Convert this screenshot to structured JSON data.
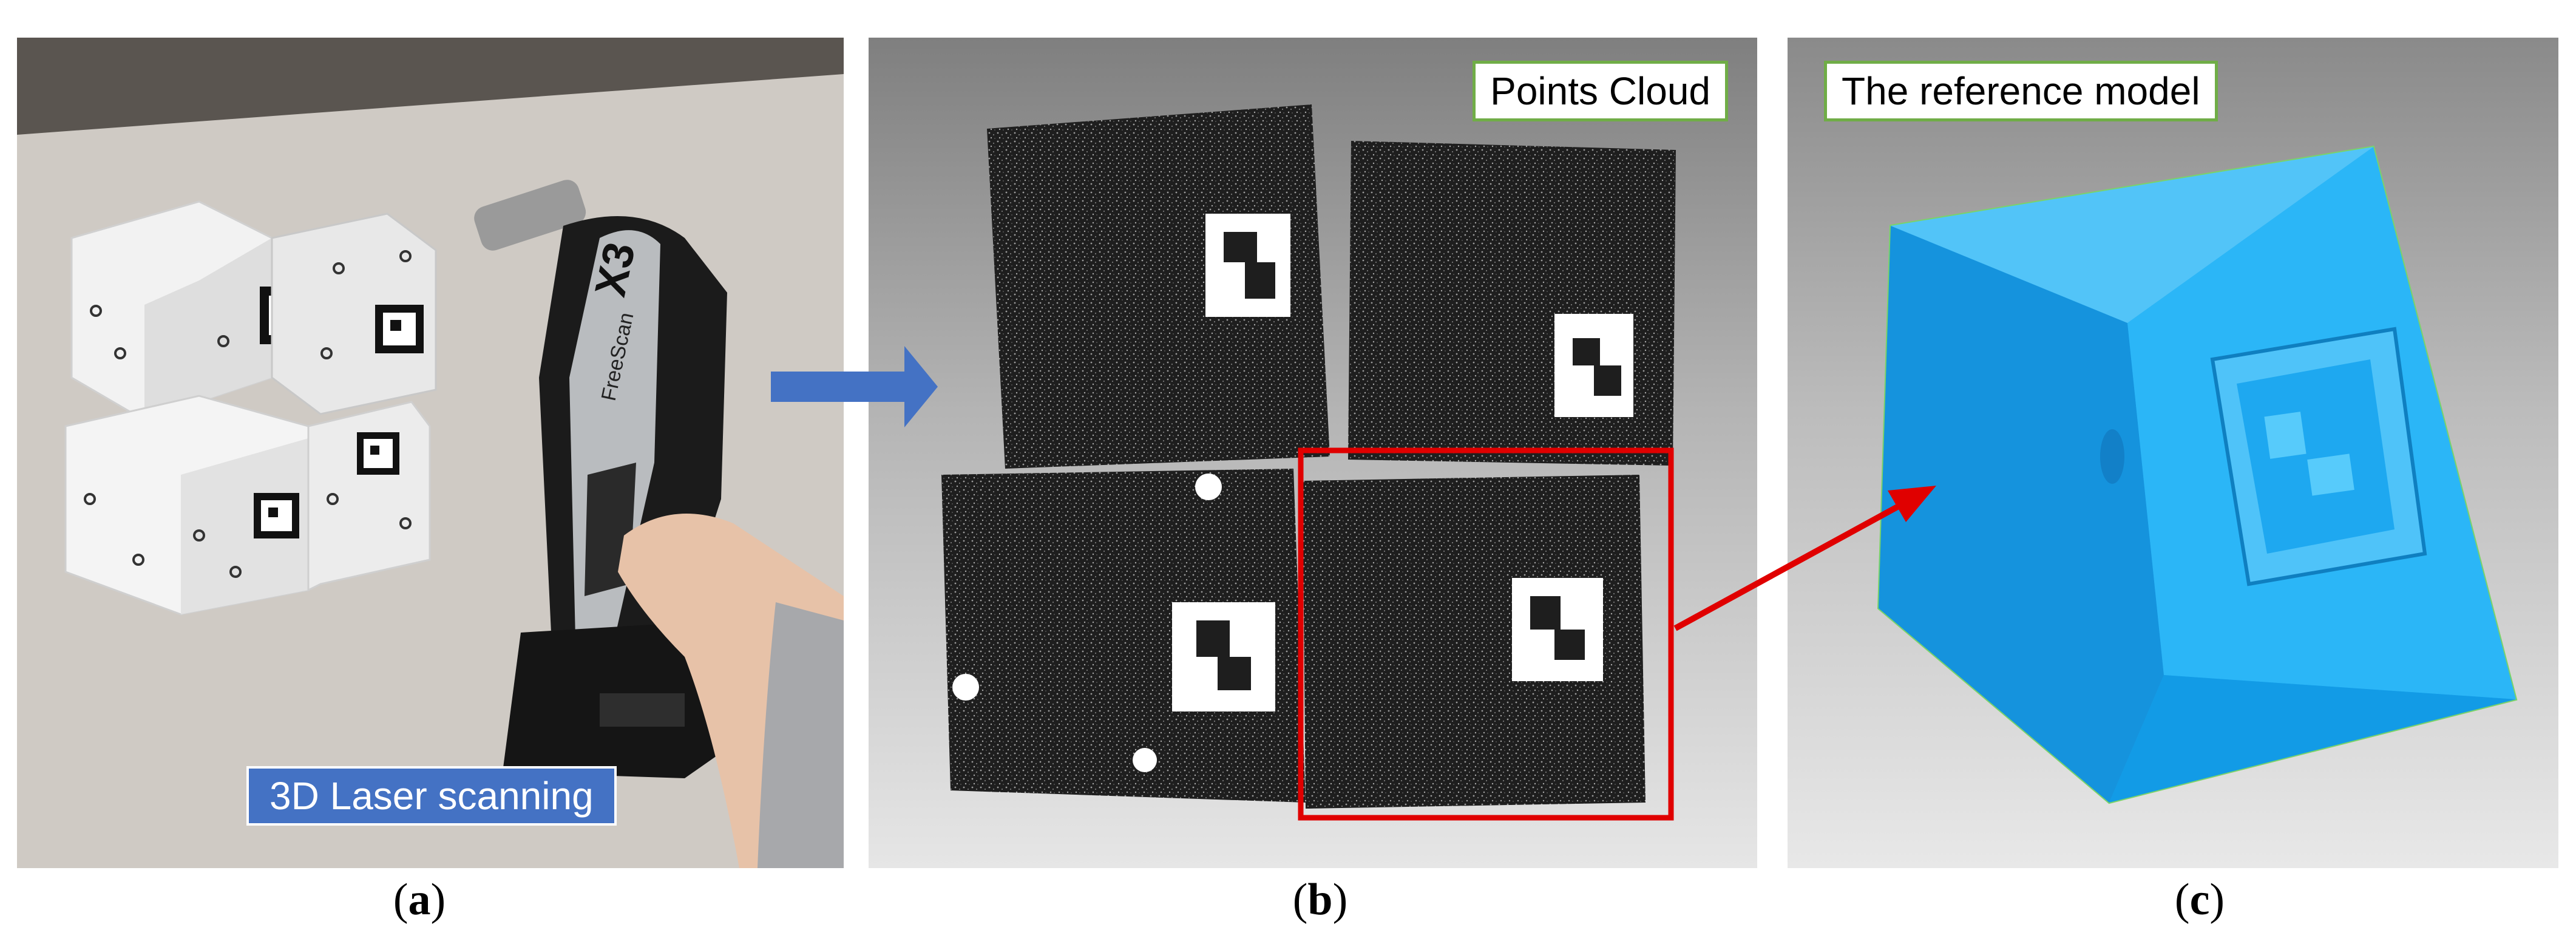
{
  "panels": [
    {
      "id": "a",
      "label": "3D Laser scanning",
      "caption_letter": "a"
    },
    {
      "id": "b",
      "label": "Points Cloud",
      "caption_letter": "b"
    },
    {
      "id": "c",
      "label": "The reference model",
      "caption_letter": "c"
    }
  ],
  "device": {
    "brand": "FreeScan",
    "model": "X3"
  },
  "colors": {
    "label_blue": "#4472c4",
    "label_green_border": "#70ad47",
    "flow_arrow": "#4472c4",
    "highlight_red": "#e00000",
    "model_cyan": "#1ea8f0"
  }
}
